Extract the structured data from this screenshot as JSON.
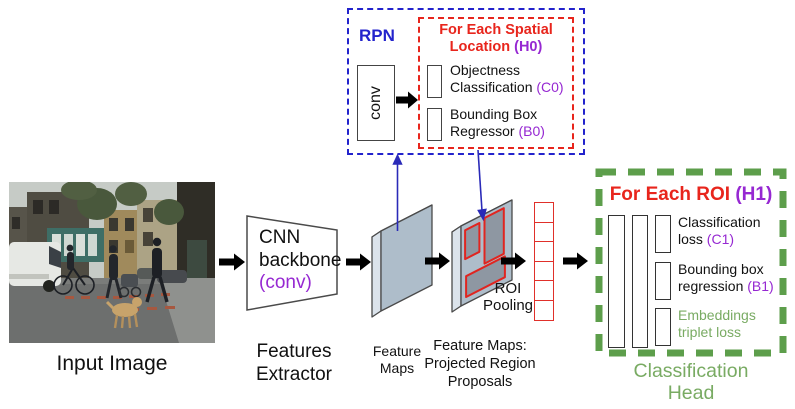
{
  "pipeline": {
    "input_label": "Input Image",
    "arrow_icon": "black-flow-arrow",
    "cnn": {
      "line1": "CNN",
      "line2": "backbone",
      "line3": "(conv)"
    },
    "features_extractor": {
      "line1": "Features",
      "line2": "Extractor"
    },
    "fm1_caption": {
      "line1": "Feature",
      "line2": "Maps"
    },
    "fm2_caption": {
      "line1": "Feature Maps:",
      "line2": "Projected Region",
      "line3": "Proposals"
    },
    "roi_pooling": {
      "line1": "ROI",
      "line2": "Pooling"
    }
  },
  "rpn": {
    "title": "RPN",
    "conv": "conv",
    "spatial_title_line1": "For Each Spatial",
    "spatial_title_line2": "Location ",
    "spatial_title_tag": "(H0)",
    "outputs": [
      {
        "line1": "Objectness",
        "line2": "Classification ",
        "tag": "(C0)"
      },
      {
        "line1": "Bounding Box",
        "line2": "Regressor ",
        "tag": "(B0)"
      }
    ]
  },
  "head": {
    "title": "For Each ROI ",
    "title_tag": "(H1)",
    "outputs": [
      {
        "line1": "Classification",
        "line2": "loss ",
        "tag": "(C1)"
      },
      {
        "line1": "Bounding box",
        "line2": "regression ",
        "tag": "(B1)"
      },
      {
        "line1": "Embeddings",
        "line2": "triplet loss",
        "tag": ""
      }
    ],
    "caption_line1": "Classification",
    "caption_line2": "Head"
  },
  "colors": {
    "rpn_blue": "#2323cc",
    "loop_red": "#e8251c",
    "tag_purple": "#9628d2",
    "head_green_border": "#5d9e4b",
    "head_green_text": "#79ab63",
    "feature_map_face": "#aebdca",
    "proposal_fill": "#8e97a2",
    "proposal_stroke": "#e02520",
    "vector_red": "#e0302a"
  }
}
